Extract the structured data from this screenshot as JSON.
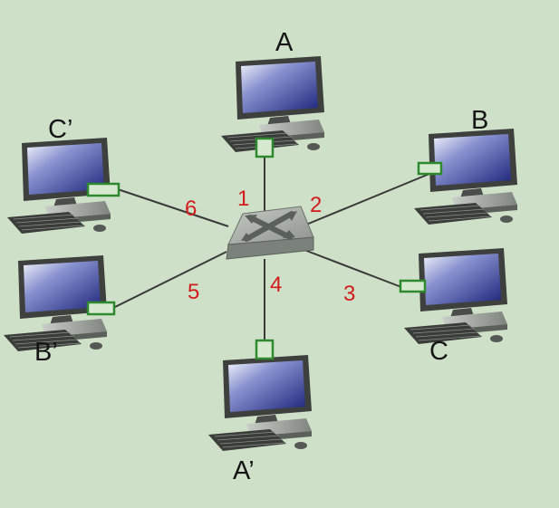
{
  "hosts": {
    "A": "A",
    "B": "B",
    "C": "C",
    "A_prime": "A’",
    "B_prime": "B’",
    "C_prime": "C’"
  },
  "ports": {
    "p1": "1",
    "p2": "2",
    "p3": "3",
    "p4": "4",
    "p5": "5",
    "p6": "6"
  },
  "colors": {
    "background": "#cfe0c8",
    "port_label": "#d21c1c",
    "adapter": "#2f8a2f",
    "switch": "#9aa09a",
    "link": "#3a3a3a"
  },
  "icons": {
    "switch": "network-switch-icon",
    "host": "desktop-computer-icon",
    "adapter": "network-adapter-icon"
  }
}
